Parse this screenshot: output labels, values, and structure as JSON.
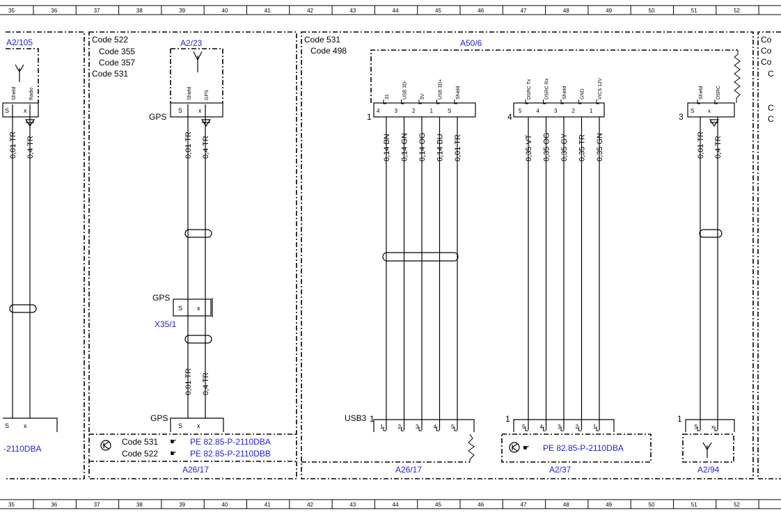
{
  "ruler": {
    "numbers": [
      "35",
      "36",
      "37",
      "38",
      "39",
      "40",
      "41",
      "42",
      "43",
      "44",
      "45",
      "46",
      "47",
      "48",
      "49",
      "50",
      "51",
      "52"
    ]
  },
  "left_partial": {
    "label": "A2/105",
    "pins": [
      "Shield",
      "Radio"
    ],
    "pin_letters": [
      "S",
      "x"
    ],
    "wires": [
      "0,01 TR",
      "0,4 TR"
    ],
    "bottom_pin_letters": [
      "S",
      "x"
    ],
    "ref": "-2110DBA"
  },
  "section_522": {
    "codes": [
      "Code 522",
      "Code 355",
      "Code 357",
      "Code 531"
    ],
    "top_label": "A2/23",
    "top_pins": [
      "Shield",
      "GPS"
    ],
    "pin_letters": [
      "S",
      "x"
    ],
    "gps_label": "GPS",
    "wires_top": [
      "0,01 TR",
      "0,4 TR"
    ],
    "x35_name": "GPS",
    "x35_label": "X35/1",
    "wires_bottom": [
      "0,01 TR",
      "0,4 TR"
    ],
    "bottom_gps": "GPS",
    "ref_rows": [
      {
        "code": "Code 531",
        "ref": "PE 82.85-P-2110DBA"
      },
      {
        "code": "Code 522",
        "ref": "PE 82.85-P-2110DBB"
      }
    ],
    "bottom_label": "A26/17"
  },
  "section_531": {
    "codes": [
      "Code 531",
      "Code 498"
    ],
    "top_label": "A50/6",
    "connector1": {
      "number": "1",
      "pins": [
        {
          "n": "4",
          "name": "31",
          "wire": "0,14 BN"
        },
        {
          "n": "3",
          "name": "USB 3D-",
          "wire": "0,14 GN"
        },
        {
          "n": "2",
          "name": "5V",
          "wire": "0,14 OG"
        },
        {
          "n": "1",
          "name": "USB 3D+",
          "wire": "0,14 BU"
        },
        {
          "n": "S",
          "name": "Shield",
          "wire": "0,01 TR"
        }
      ]
    },
    "connector4": {
      "number": "4",
      "pins": [
        {
          "n": "5",
          "name": "DSRC Tx",
          "wire": "0,35 VT"
        },
        {
          "n": "4",
          "name": "DSRC Rx",
          "wire": "0,35 OG"
        },
        {
          "n": "3",
          "name": "Shield",
          "wire": "0,35 GY"
        },
        {
          "n": "2",
          "name": "GND",
          "wire": "0,35 TR"
        },
        {
          "n": "1",
          "name": "VICS 12V",
          "wire": "0,35 GN"
        }
      ]
    },
    "connector3": {
      "number": "3",
      "pins": [
        {
          "n": "S",
          "name": "Shield",
          "wire": "0,01 TR"
        },
        {
          "n": "x",
          "name": "DSRC",
          "wire": "0,4 TR"
        }
      ]
    },
    "usb3_label": "USB3",
    "usb3_number": "1",
    "usb3_pins": [
      "1",
      "2",
      "3",
      "4",
      "5"
    ],
    "a26_label": "A26/17",
    "a237_number": "1",
    "a237_pins": [
      "5",
      "4",
      "3",
      "2",
      "1"
    ],
    "a237_ref": "PE 82.85-P-2110DBA",
    "a237_label": "A2/37",
    "a294_number": "1",
    "a294_pins": [
      "S",
      "x"
    ],
    "a294_label": "A2/94"
  },
  "right_partial": {
    "codes": [
      "Co",
      "Co",
      "Co",
      "C",
      "C",
      "C"
    ]
  }
}
